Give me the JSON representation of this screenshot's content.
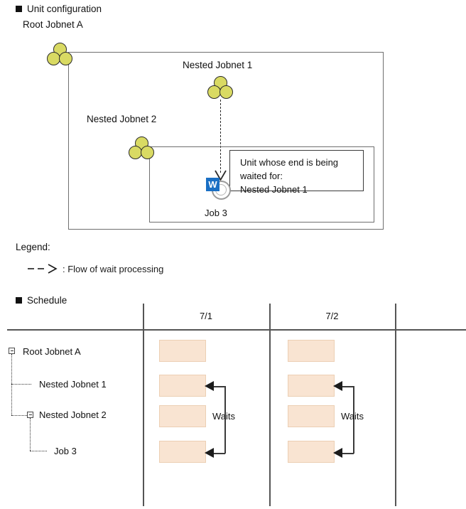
{
  "sections": {
    "unit_configuration": {
      "heading": "Unit configuration",
      "root_label": "Root Jobnet A",
      "nested1_label": "Nested Jobnet 1",
      "nested2_label": "Nested Jobnet 2",
      "job3_label": "Job 3",
      "wait_icon_letter": "W",
      "callout": {
        "line1": "Unit whose end is being",
        "line2": "waited for:",
        "line3": "Nested Jobnet 1"
      }
    },
    "legend": {
      "heading": "Legend:",
      "entry_text": ": Flow of wait processing"
    },
    "schedule": {
      "heading": "Schedule",
      "columns": [
        "7/1",
        "7/2"
      ],
      "rows": [
        {
          "label": "Root Jobnet A",
          "level": 0
        },
        {
          "label": "Nested Jobnet 1",
          "level": 1
        },
        {
          "label": "Nested Jobnet 2",
          "level": 1
        },
        {
          "label": "Job 3",
          "level": 2
        }
      ],
      "wait_label": "Waits"
    }
  },
  "colors": {
    "jobnet_icon": "#d9da63",
    "wait_badge": "#1a6fc4",
    "bar_fill": "#f9e4d2",
    "bar_border": "#eccfb4",
    "frame_line": "#6f6f6f",
    "grid_line": "#555555"
  }
}
